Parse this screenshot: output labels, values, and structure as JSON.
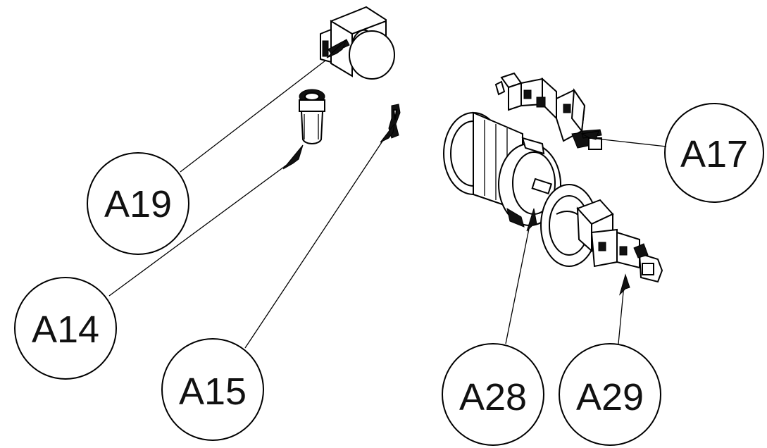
{
  "callouts": [
    {
      "id": "c19",
      "label": "A19"
    },
    {
      "id": "c14",
      "label": "A14"
    },
    {
      "id": "c15",
      "label": "A15"
    },
    {
      "id": "c17",
      "label": "A17"
    },
    {
      "id": "c28",
      "label": "A28"
    },
    {
      "id": "c29",
      "label": "A29"
    }
  ]
}
